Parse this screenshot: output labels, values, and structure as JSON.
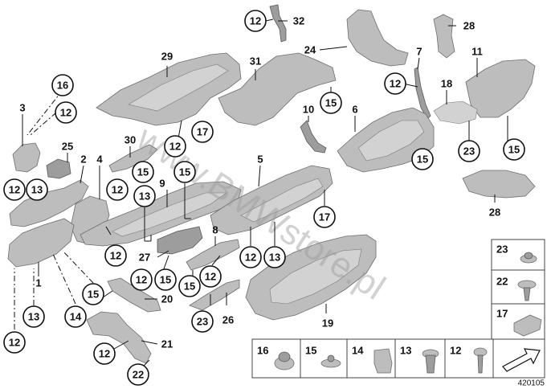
{
  "watermark": "www.BMWstore.pl",
  "diagram_id": "420105",
  "callouts": {
    "c12_top": "12",
    "c32": "32",
    "c24": "24",
    "c28_top": "28",
    "c29": "29",
    "c31": "31",
    "c7": "7",
    "c11": "11",
    "c16": "16",
    "c12_a": "12",
    "c12_b": "12",
    "c3": "3",
    "c15_a": "15",
    "c10": "10",
    "c6": "6",
    "c18": "18",
    "c12_c": "12",
    "c17_a": "17",
    "c30": "30",
    "c25": "25",
    "c2": "2",
    "c4": "4",
    "c15_b": "15",
    "c15_c": "15",
    "c23_a": "23",
    "c15_d": "15",
    "c5": "5",
    "c12_d": "12",
    "c13_a": "13",
    "c12_e": "12",
    "c9": "9",
    "c13_b": "13",
    "c17_b": "17",
    "c28_bot": "28",
    "c12_f": "12",
    "c27": "27",
    "c8": "8",
    "c12_g": "12",
    "c13_c": "13",
    "c1": "1",
    "c12_h": "12",
    "c15_e": "15",
    "c15_f": "15",
    "c12_i": "12",
    "c15_g": "15",
    "c20": "20",
    "c13_d": "13",
    "c14": "14",
    "c23_b": "23",
    "c26": "26",
    "c19": "19",
    "c12_j": "12",
    "c21": "21",
    "c12_k": "12",
    "c22": "22"
  },
  "legend": {
    "items": [
      "16",
      "15",
      "14",
      "13",
      "12"
    ],
    "side": [
      "23",
      "22",
      "17"
    ]
  }
}
